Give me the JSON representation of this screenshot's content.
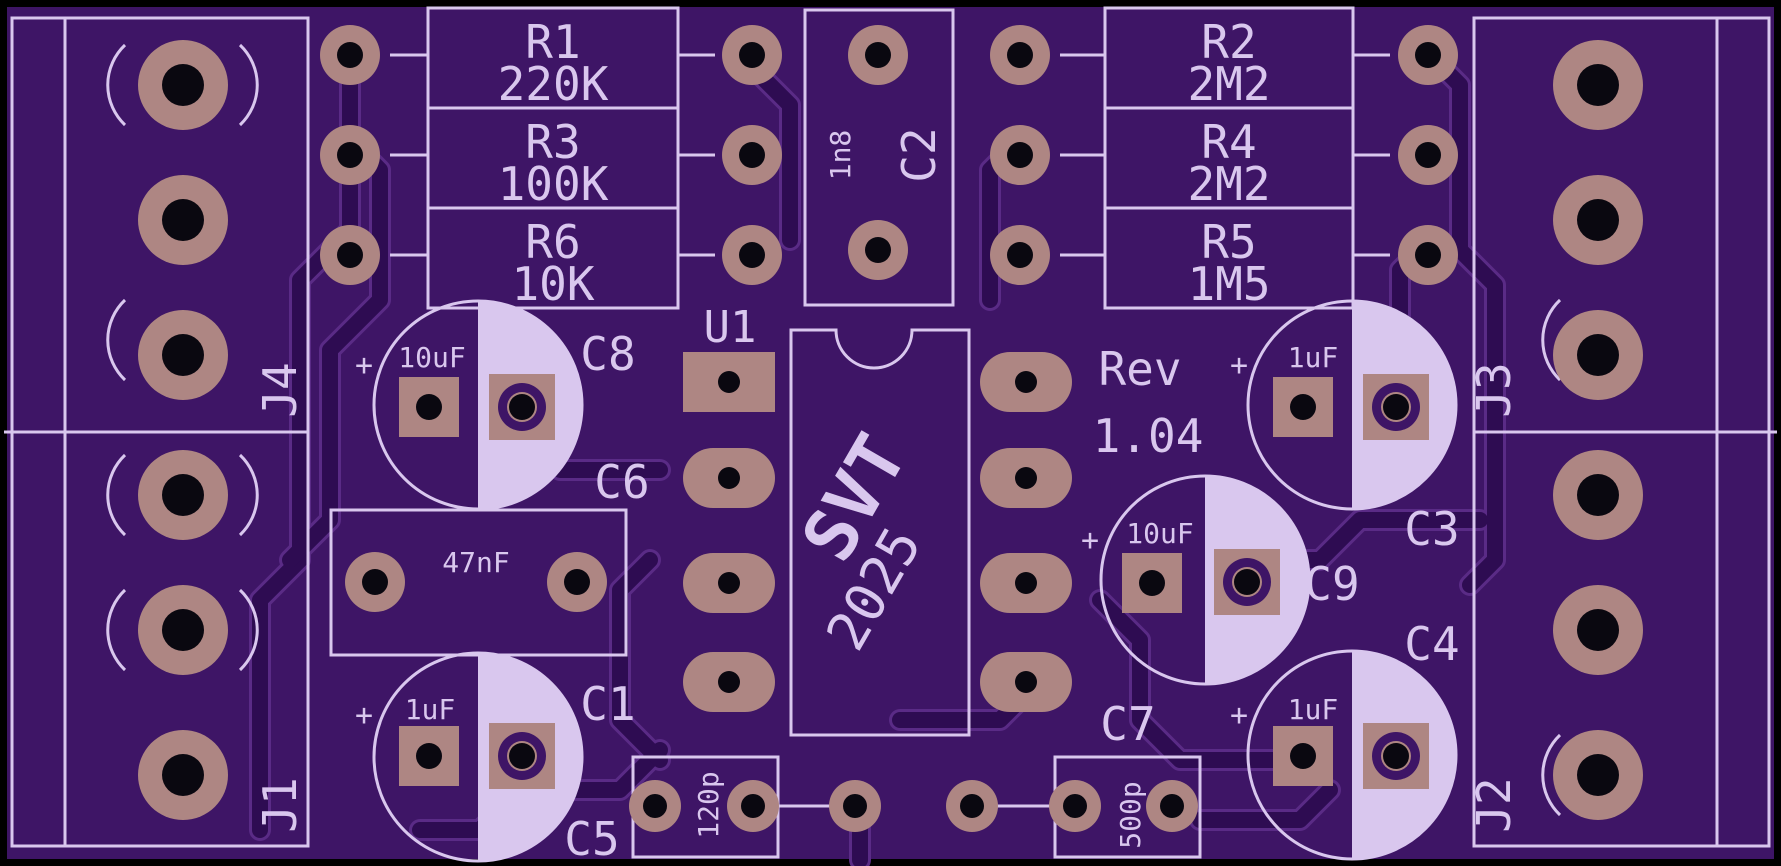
{
  "board": {
    "colors": {
      "substrate": "#3e1566",
      "trace": "#2e0c52",
      "trace_edge": "#5a2b86",
      "silk": "#d9c7ee",
      "pad": "#ae8683",
      "drill": "#0a0810",
      "edge": "#000000"
    },
    "stamp_brand": "SVT",
    "stamp_year": "2025",
    "revision_label": "Rev",
    "revision_number": "1.04"
  },
  "components": {
    "R1": {
      "ref": "R1",
      "value": "220K"
    },
    "R2": {
      "ref": "R2",
      "value": "2M2"
    },
    "R3": {
      "ref": "R3",
      "value": "100K"
    },
    "R4": {
      "ref": "R4",
      "value": "2M2"
    },
    "R5": {
      "ref": "R5",
      "value": "1M5"
    },
    "R6": {
      "ref": "R6",
      "value": "10K"
    },
    "C1": {
      "ref": "C1",
      "value": "1uF",
      "polarity": "+"
    },
    "C2": {
      "ref": "C2",
      "value": "1n8"
    },
    "C3": {
      "ref": "C3",
      "value": "1uF",
      "polarity": "+"
    },
    "C4": {
      "ref": "C4",
      "value": "1uF",
      "polarity": "+"
    },
    "C5": {
      "ref": "C5",
      "value": "120p"
    },
    "C6": {
      "ref": "C6",
      "value": "47nF"
    },
    "C7": {
      "ref": "C7",
      "value": "500p"
    },
    "C8": {
      "ref": "C8",
      "value": "10uF",
      "polarity": "+"
    },
    "C9": {
      "ref": "C9",
      "value": "10uF",
      "polarity": "+"
    },
    "U1": {
      "ref": "U1"
    },
    "J1": {
      "ref": "J1"
    },
    "J2": {
      "ref": "J2"
    },
    "J3": {
      "ref": "J3"
    },
    "J4": {
      "ref": "J4"
    }
  }
}
